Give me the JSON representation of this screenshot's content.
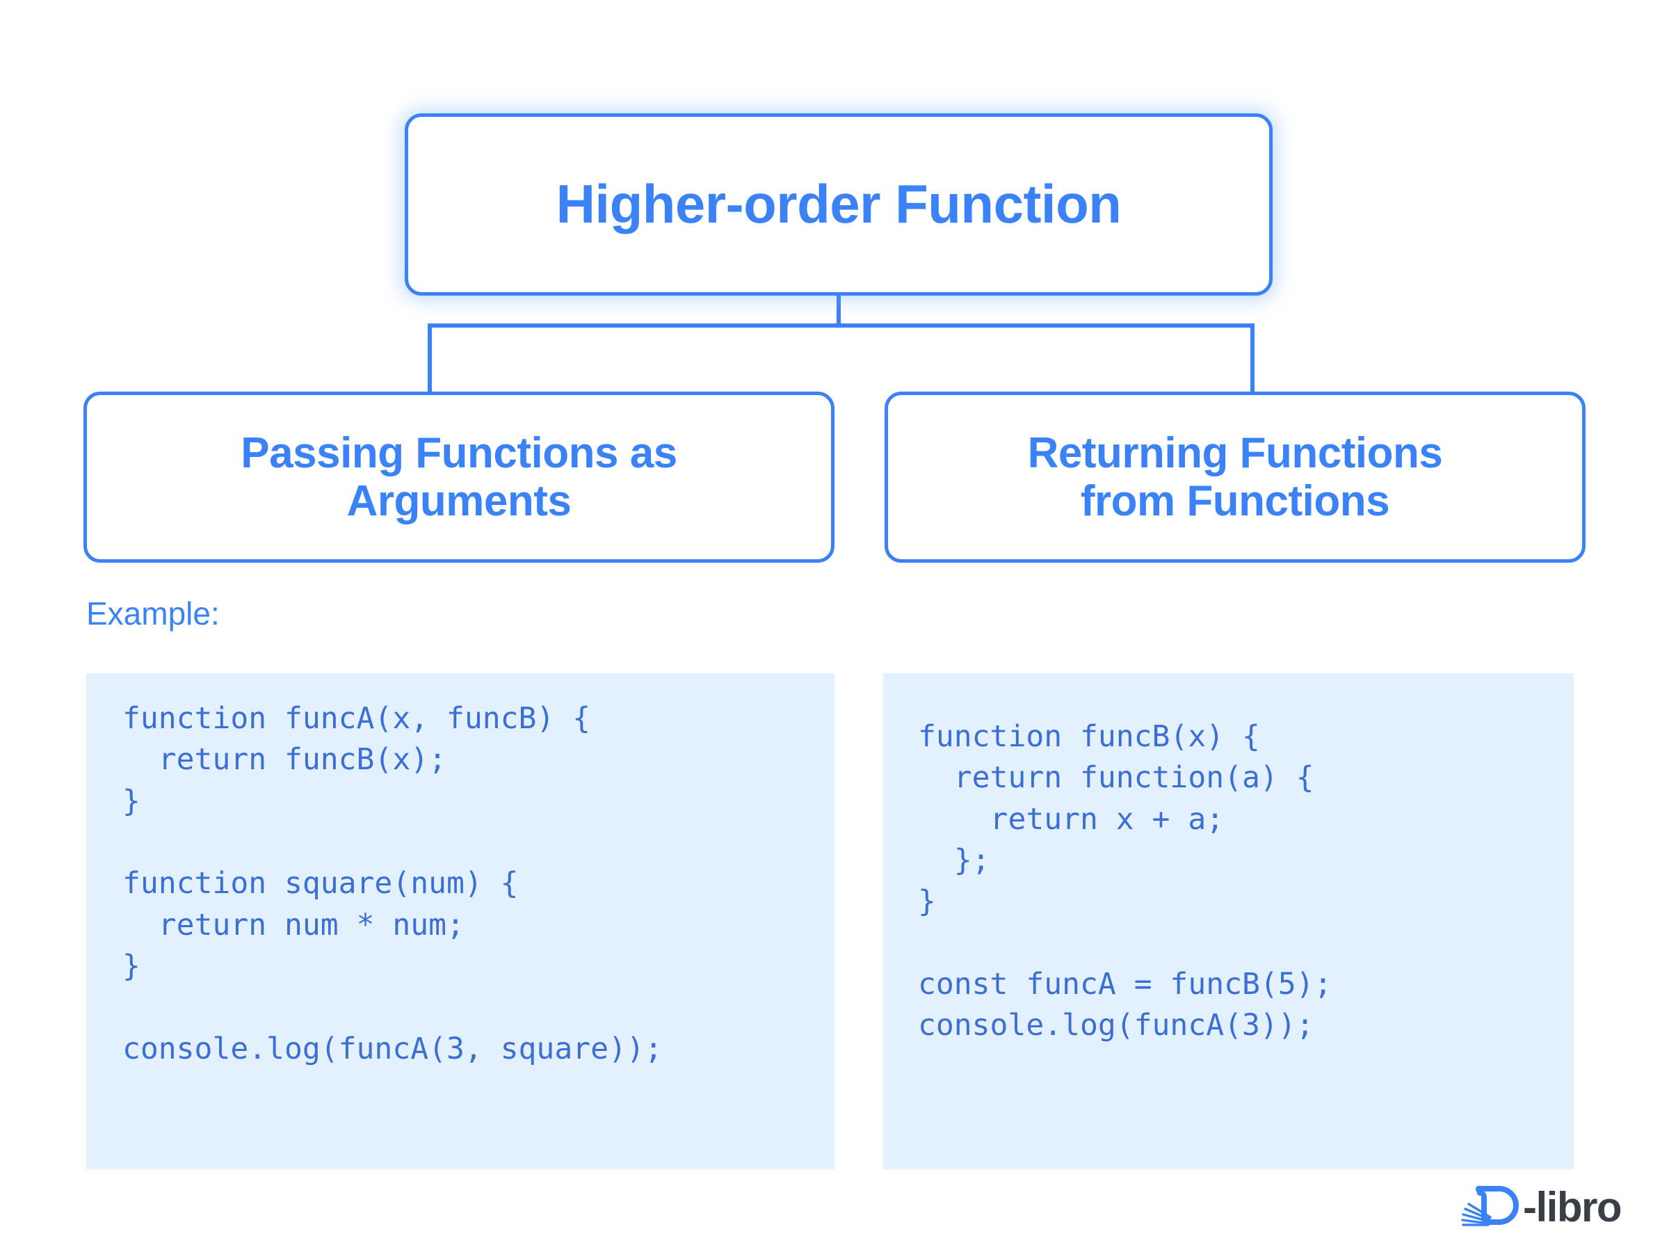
{
  "diagram": {
    "root": {
      "label": "Higher-order Function"
    },
    "children": [
      {
        "label": "Passing Functions as\nArguments"
      },
      {
        "label": "Returning Functions\nfrom Functions"
      }
    ]
  },
  "example": {
    "label": "Example:"
  },
  "code_blocks": [
    {
      "name": "passing-functions-as-arguments-example",
      "code": "function funcA(x, funcB) {\n  return funcB(x);\n}\n\nfunction square(num) {\n  return num * num;\n}\n\nconsole.log(funcA(3, square));"
    },
    {
      "name": "returning-functions-from-functions-example",
      "code": "function funcB(x) {\n  return function(a) {\n    return x + a;\n  };\n}\n\nconst funcA = funcB(5);\nconsole.log(funcA(3));"
    }
  ],
  "logo": {
    "mark": "d-libro-book-icon",
    "text": "-libro"
  },
  "colors": {
    "accent_blue": "#3b82f6",
    "code_text": "#3b6fd4",
    "code_background": "#e3f0fd",
    "logo_text": "#3a3f47",
    "page_background": "#ffffff"
  }
}
